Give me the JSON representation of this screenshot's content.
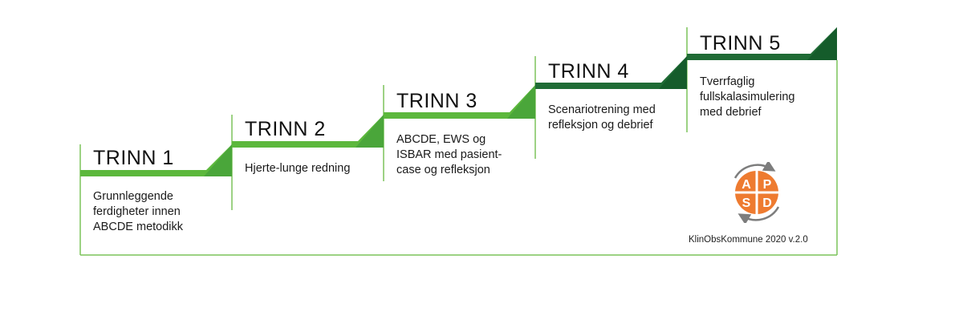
{
  "steps": [
    {
      "title": "TRINN 1",
      "description": "Grunnleggende ferdigheter innen ABCDE metodikk"
    },
    {
      "title": "TRINN 2",
      "description": "Hjerte-lunge redning"
    },
    {
      "title": "TRINN 3",
      "description": "ABCDE, EWS og ISBAR med pasient-case og refleksjon"
    },
    {
      "title": "TRINN 4",
      "description": "Scenariotrening med refleksjon og debrief"
    },
    {
      "title": "TRINN 5",
      "description": "Tverrfaglig fullskalasimulering med debrief"
    }
  ],
  "logo": {
    "letters": [
      "A",
      "P",
      "S",
      "D"
    ]
  },
  "footer": "KlinObsKommune 2020 v.2.0",
  "colors": {
    "light_green": "#5cb83c",
    "mid_green": "#4aa63a",
    "dark_green": "#1f6b35",
    "darker_green": "#155c2b",
    "outline_green": "#7cc35a",
    "orange": "#ee7b30",
    "logo_arrow": "#7d7d7d"
  }
}
